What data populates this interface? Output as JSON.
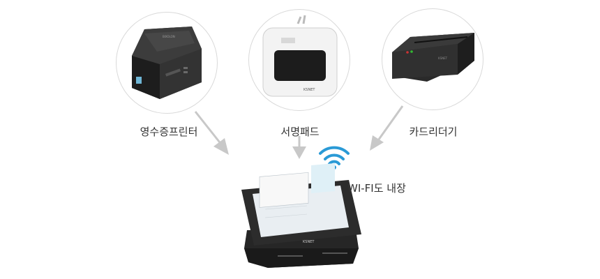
{
  "devices": [
    {
      "label": "영수증프린터",
      "icon": "receipt-printer"
    },
    {
      "label": "서명패드",
      "icon": "signature-pad"
    },
    {
      "label": "카드리더기",
      "icon": "card-reader"
    }
  ],
  "wifi": {
    "label": "WI-FI도 내장",
    "icon": "wifi-icon"
  },
  "terminal": {
    "icon": "pos-terminal",
    "brand": "KSNET"
  },
  "colors": {
    "arrow": "#c8c8c8",
    "wifi": "#2a9ad6",
    "circle_border": "#d9d9d9",
    "text": "#333333",
    "device_dark": "#2a2a2a"
  }
}
